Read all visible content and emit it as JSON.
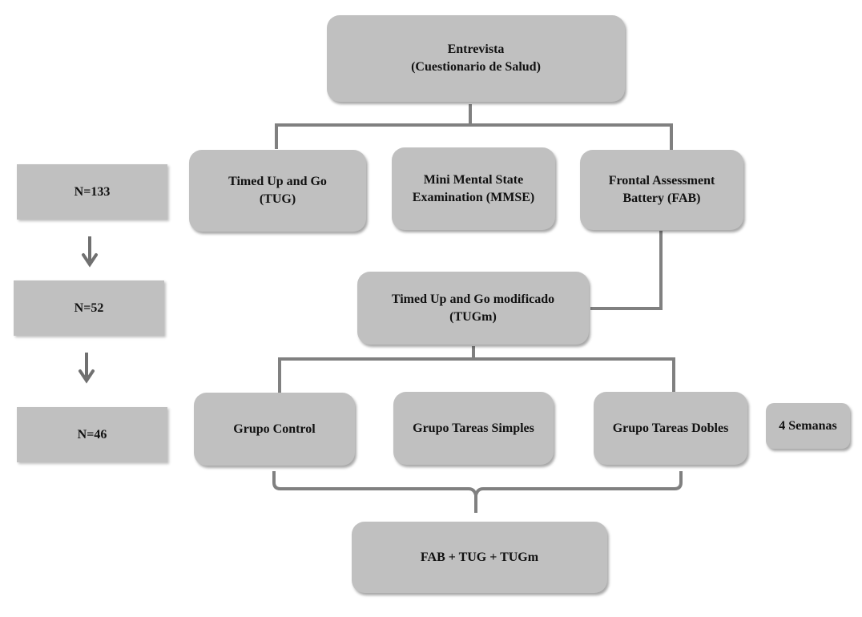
{
  "boxes": {
    "entrevista": "Entrevista\n(Cuestionario de Salud)",
    "tug": "Timed Up and Go\n(TUG)",
    "mmse": "Mini Mental State\nExamination (MMSE)",
    "fab": "Frontal Assessment\nBattery (FAB)",
    "tugm": "Timed Up and Go modificado\n(TUGm)",
    "control": "Grupo Control",
    "simples": "Grupo Tareas Simples",
    "dobles": "Grupo Tareas Dobles",
    "semanas": "4 Semanas",
    "final": "FAB + TUG + TUGm"
  },
  "sample": [
    "N=133",
    "N=52",
    "N=46"
  ],
  "colors": {
    "box": "#c0c0c0",
    "connector": "#808080"
  }
}
